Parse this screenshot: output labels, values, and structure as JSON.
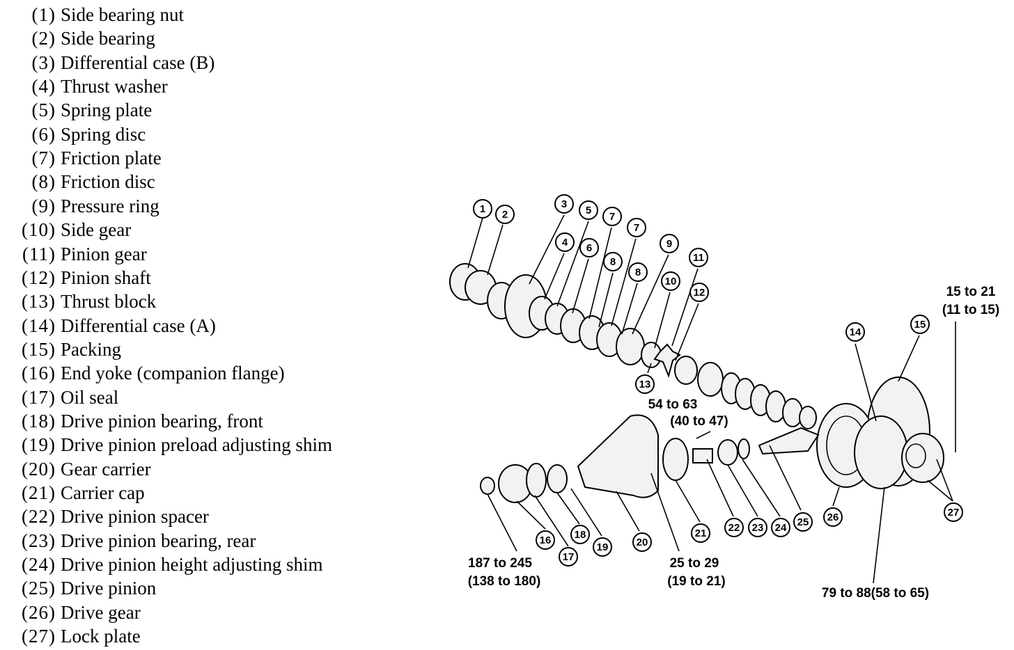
{
  "parts": [
    {
      "num": "(1)",
      "name": "Side bearing nut"
    },
    {
      "num": "(2)",
      "name": "Side bearing"
    },
    {
      "num": "(3)",
      "name": "Differential case (B)"
    },
    {
      "num": "(4)",
      "name": "Thrust washer"
    },
    {
      "num": "(5)",
      "name": "Spring plate"
    },
    {
      "num": "(6)",
      "name": "Spring disc"
    },
    {
      "num": "(7)",
      "name": "Friction plate"
    },
    {
      "num": "(8)",
      "name": "Friction disc"
    },
    {
      "num": "(9)",
      "name": "Pressure ring"
    },
    {
      "num": "(10)",
      "name": "Side gear"
    },
    {
      "num": "(11)",
      "name": "Pinion gear"
    },
    {
      "num": "(12)",
      "name": "Pinion shaft"
    },
    {
      "num": "(13)",
      "name": "Thrust block"
    },
    {
      "num": "(14)",
      "name": "Differential case (A)"
    },
    {
      "num": "(15)",
      "name": "Packing"
    },
    {
      "num": "(16)",
      "name": "End yoke (companion flange)"
    },
    {
      "num": "(17)",
      "name": "Oil seal"
    },
    {
      "num": "(18)",
      "name": "Drive pinion bearing, front"
    },
    {
      "num": "(19)",
      "name": "Drive pinion preload adjusting shim"
    },
    {
      "num": "(20)",
      "name": "Gear carrier"
    },
    {
      "num": "(21)",
      "name": "Carrier cap"
    },
    {
      "num": "(22)",
      "name": "Drive pinion spacer"
    },
    {
      "num": "(23)",
      "name": "Drive pinion bearing, rear"
    },
    {
      "num": "(24)",
      "name": "Drive pinion height adjusting shim"
    },
    {
      "num": "(25)",
      "name": "Drive pinion"
    },
    {
      "num": "(26)",
      "name": "Drive gear"
    },
    {
      "num": "(27)",
      "name": "Lock plate"
    }
  ],
  "callout_labels": [
    "1",
    "2",
    "3",
    "4",
    "5",
    "6",
    "7",
    "7",
    "8",
    "8",
    "9",
    "10",
    "11",
    "12",
    "13",
    "14",
    "15",
    "16",
    "17",
    "18",
    "19",
    "20",
    "21",
    "22",
    "23",
    "24",
    "25",
    "26",
    "27"
  ],
  "torque_specs": {
    "t1a": "15 to 21",
    "t1b": "(11 to 15)",
    "t2a": "54 to 63",
    "t2b": "(40 to 47)",
    "t3a": "187 to 245",
    "t3b": "(138 to 180)",
    "t4a": "25 to 29",
    "t4b": "(19 to 21)",
    "t5": "79 to 88(58 to 65)"
  }
}
